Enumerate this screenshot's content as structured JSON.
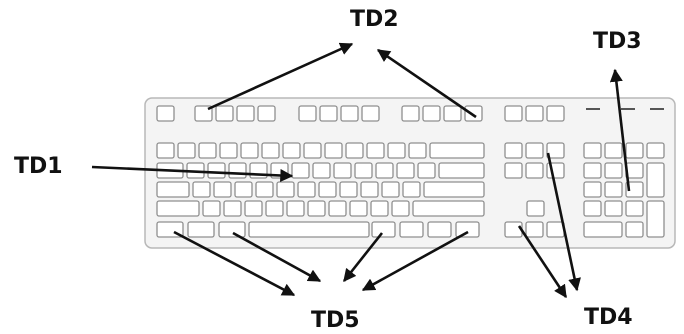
{
  "diagram": {
    "labels": {
      "td1": "TD1",
      "td2": "TD2",
      "td3": "TD3",
      "td4": "TD4",
      "td5": "TD5"
    },
    "colors": {
      "key_fill": "#ffffff",
      "key_stroke": "#8f8f8f",
      "board_fill": "#f4f4f4",
      "board_stroke": "#b8b8b8",
      "arrow": "#111111"
    }
  }
}
